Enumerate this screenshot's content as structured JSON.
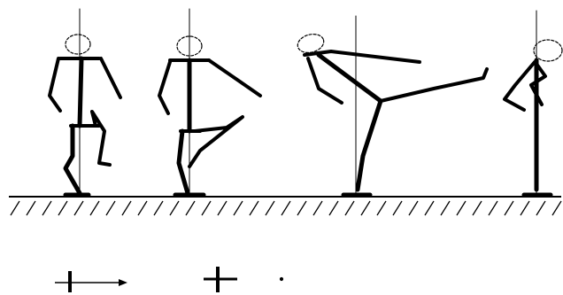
{
  "figure": {
    "kind": "stick-figure-kick-sequence",
    "frames": [
      {
        "id": "frame-1",
        "pose": "standing-knee-raised"
      },
      {
        "id": "frame-2",
        "pose": "knee-chamber"
      },
      {
        "id": "frame-3",
        "pose": "side-kick-extension"
      },
      {
        "id": "frame-4",
        "pose": "recovery"
      }
    ],
    "legend": [
      {
        "id": "legend-arrow",
        "icon": "vertical-line-with-arrow-icon"
      },
      {
        "id": "legend-cross",
        "icon": "cross-marker-icon"
      },
      {
        "id": "legend-dot",
        "icon": "small-point-icon"
      }
    ],
    "colors": {
      "ink": "#000000",
      "background": "#ffffff"
    }
  }
}
